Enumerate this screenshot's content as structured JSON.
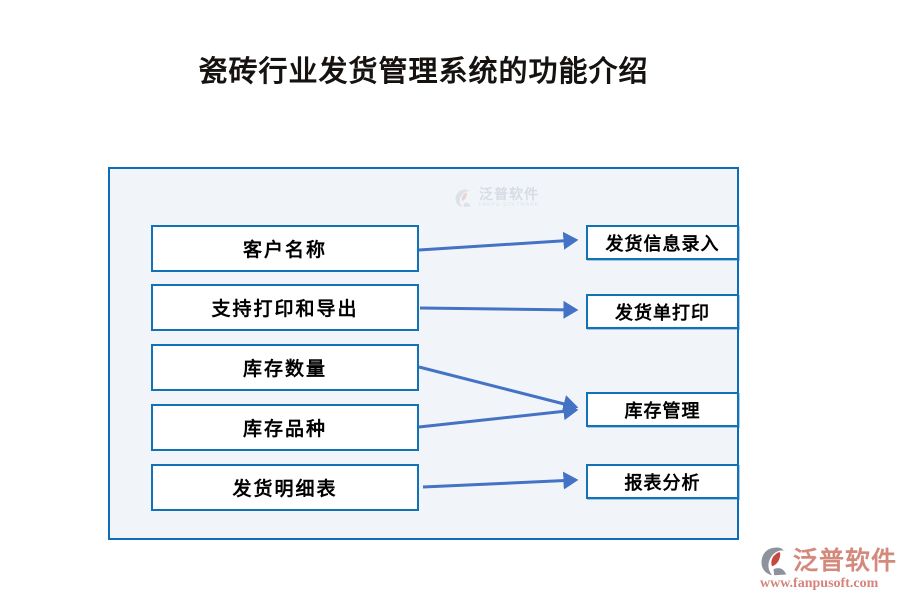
{
  "page": {
    "title": "瓷砖行业发货管理系统的功能介绍"
  },
  "diagram": {
    "left_boxes": [
      {
        "label": "客户名称"
      },
      {
        "label": "支持打印和导出"
      },
      {
        "label": "库存数量"
      },
      {
        "label": "库存品种"
      },
      {
        "label": "发货明细表"
      }
    ],
    "right_boxes": [
      {
        "label": "发货信息录入"
      },
      {
        "label": "发货单打印"
      },
      {
        "label": "库存管理"
      },
      {
        "label": "报表分析"
      }
    ],
    "connections": [
      {
        "from": "客户名称",
        "to": "发货信息录入"
      },
      {
        "from": "支持打印和导出",
        "to": "发货单打印"
      },
      {
        "from": "库存数量",
        "to": "库存管理"
      },
      {
        "from": "库存品种",
        "to": "库存管理"
      },
      {
        "from": "发货明细表",
        "to": "报表分析"
      }
    ]
  },
  "watermark_center": {
    "brand": "泛普软件",
    "brand_en": "FANPU SOFTWARE"
  },
  "watermark_corner": {
    "brand": "泛普软件",
    "url": "www.fanpusoft.com"
  },
  "colors": {
    "panel_bg": "#f1f5fa",
    "panel_border": "#0d6db6",
    "box_border": "#1272b6",
    "arrow": "#4472c4",
    "watermark_red": "#d4897d"
  }
}
